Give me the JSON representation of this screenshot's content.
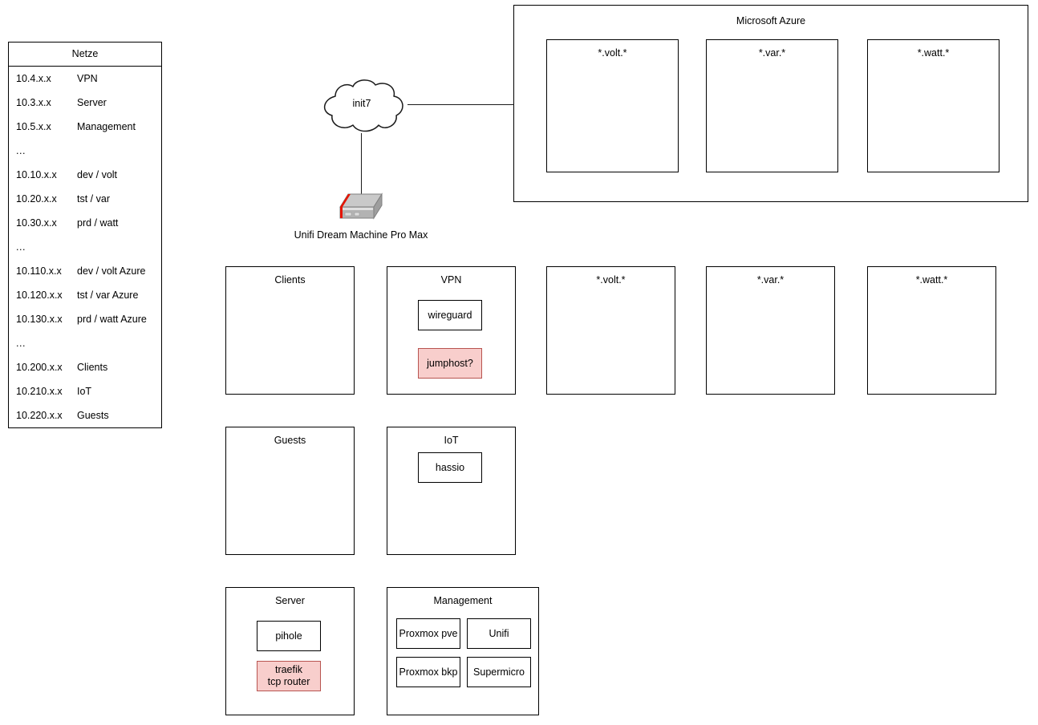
{
  "netze": {
    "title": "Netze",
    "rows": [
      {
        "cidr": "10.4.x.x",
        "label": "VPN"
      },
      {
        "cidr": "10.3.x.x",
        "label": "Server"
      },
      {
        "cidr": "10.5.x.x",
        "label": "Management"
      },
      {
        "cidr": "...",
        "label": ""
      },
      {
        "cidr": "10.10.x.x",
        "label": "dev / volt"
      },
      {
        "cidr": "10.20.x.x",
        "label": "tst / var"
      },
      {
        "cidr": "10.30.x.x",
        "label": "prd / watt"
      },
      {
        "cidr": "...",
        "label": ""
      },
      {
        "cidr": "10.110.x.x",
        "label": "dev / volt Azure"
      },
      {
        "cidr": "10.120.x.x",
        "label": "tst / var Azure"
      },
      {
        "cidr": "10.130.x.x",
        "label": "prd / watt Azure"
      },
      {
        "cidr": "...",
        "label": ""
      },
      {
        "cidr": "10.200.x.x",
        "label": "Clients"
      },
      {
        "cidr": "10.210.x.x",
        "label": "IoT"
      },
      {
        "cidr": "10.220.x.x",
        "label": "Guests"
      }
    ]
  },
  "azure": {
    "title": "Microsoft Azure",
    "subnets": [
      {
        "title": "*.volt.*"
      },
      {
        "title": "*.var.*"
      },
      {
        "title": "*.watt.*"
      }
    ]
  },
  "cloud": {
    "label": "init7"
  },
  "router": {
    "label": "Unifi Dream Machine Pro Max",
    "icon": "router-device-icon"
  },
  "zones": [
    {
      "title": "Clients",
      "services": []
    },
    {
      "title": "VPN",
      "services": [
        {
          "label": "wireguard",
          "highlight": false
        },
        {
          "label": "jumphost?",
          "highlight": true
        }
      ]
    },
    {
      "title": "*.volt.*",
      "services": []
    },
    {
      "title": "*.var.*",
      "services": []
    },
    {
      "title": "*.watt.*",
      "services": []
    },
    {
      "title": "Guests",
      "services": []
    },
    {
      "title": "IoT",
      "services": [
        {
          "label": "hassio",
          "highlight": false
        }
      ]
    },
    {
      "title": "Server",
      "services": [
        {
          "label": "pihole",
          "highlight": false
        },
        {
          "label": "traefik\ntcp router",
          "highlight": true
        }
      ]
    },
    {
      "title": "Management",
      "services": [
        {
          "label": "Proxmox pve",
          "highlight": false
        },
        {
          "label": "Unifi",
          "highlight": false
        },
        {
          "label": "Proxmox bkp",
          "highlight": false
        },
        {
          "label": "Supermicro",
          "highlight": false
        }
      ]
    }
  ],
  "colors": {
    "stroke": "#000000",
    "highlight_fill": "#f8cecc",
    "highlight_stroke": "#b85450",
    "router_body": "#b3b3b3",
    "router_accent": "#e51400"
  }
}
